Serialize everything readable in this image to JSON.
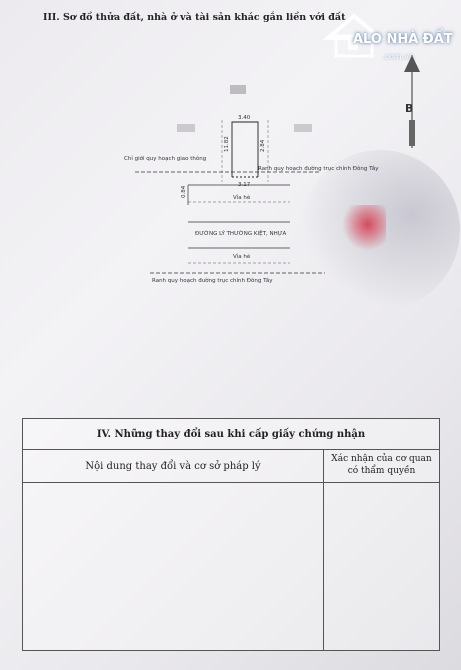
{
  "section": {
    "title": "III. Sơ đồ thửa đất, nhà ở và tài sản khác gắn liền với đất"
  },
  "watermark": {
    "brand": "ALO NHÀ ĐẤT",
    "site": ".com.vn"
  },
  "diagram": {
    "north_label": "B",
    "top_measure": "3.40",
    "left_measure": "11.82",
    "right_measure": "2.84",
    "bottom_measure": "3.17",
    "left_depth": "0.84",
    "line_traffic": "Chỉ giới quy hoạch giao thông",
    "line_east_west_top": "Ranh quy hoạch đường trục chính Đông Tây",
    "sidewalk_top": "Vỉa hè",
    "road_name": "ĐƯỜNG LÝ THƯỜNG KIỆT, NHỰA",
    "sidewalk_bottom": "Vỉa hè",
    "line_east_west_bottom": "Ranh quy hoạch đường trục chính Đông Tây"
  },
  "changes": {
    "title": "IV. Những thay đổi sau khi cấp giấy chứng nhận",
    "col_left": "Nội dung thay đổi và cơ sở pháp lý",
    "col_right_line1": "Xác nhận của cơ quan",
    "col_right_line2": "có thẩm quyền"
  }
}
